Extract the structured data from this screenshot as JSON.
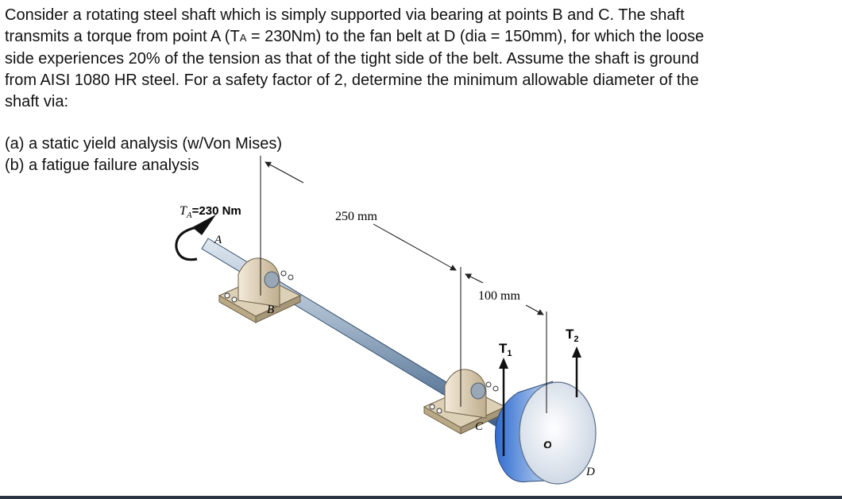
{
  "problem": {
    "line1": "Consider a rotating steel shaft which is simply supported via bearing at points B and C.  The shaft",
    "line2_pre": "transmits a torque from point A (T",
    "line2_sub": "A",
    "line2_post": " = 230Nm) to the fan belt at D (dia = 150mm), for which the loose",
    "line3": "side experiences 20% of the tension as that of the tight side of the belt.  Assume the shaft is ground",
    "line4": "from AISI 1080 HR steel.  For a safety factor of 2, determine the minimum allowable diameter of the",
    "line5": "shaft via:"
  },
  "parts": {
    "a": "(a) a static yield analysis (w/Von Mises)",
    "b": "(b) a fatigue failure analysis"
  },
  "figure": {
    "torque_label_T": "T",
    "torque_label_sub": "A",
    "torque_label_value": "=230 Nm",
    "point_A": "A",
    "point_B": "B",
    "point_C": "C",
    "point_D": "D",
    "dim_BC": "250 mm",
    "dim_CD": "100 mm",
    "tension_1": "T",
    "tension_1_sub": "1",
    "tension_2": "T",
    "tension_2_sub": "2",
    "pulley_center": "O"
  }
}
